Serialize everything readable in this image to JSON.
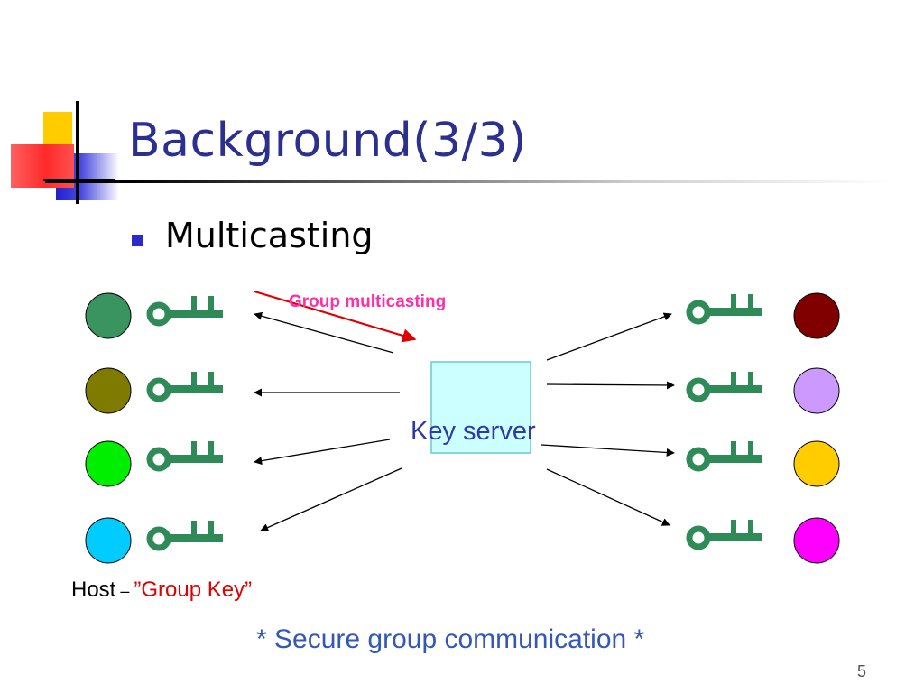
{
  "slide": {
    "title": "Background(3/3)",
    "bullet": "Multicasting",
    "page_number": "5"
  },
  "diagram": {
    "server_label": "Key server",
    "group_label": "Group multicasting",
    "host_label": "Host",
    "host_dash": "–",
    "group_key_label": "”Group Key”",
    "caption": "* Secure group communication *",
    "left_hosts": [
      {
        "name": "host-left-1",
        "color": "#3a9460"
      },
      {
        "name": "host-left-2",
        "color": "#7f7a00"
      },
      {
        "name": "host-left-3",
        "color": "#00ee00"
      },
      {
        "name": "host-left-4",
        "color": "#00ccff"
      }
    ],
    "right_hosts": [
      {
        "name": "host-right-1",
        "color": "#800000"
      },
      {
        "name": "host-right-2",
        "color": "#cc99ff"
      },
      {
        "name": "host-right-3",
        "color": "#ffcc00"
      },
      {
        "name": "host-right-4",
        "color": "#ff00ff"
      }
    ],
    "key_color": "#2e8b57",
    "server_fill": "#ccffff",
    "server_border": "#66cccc",
    "highlight_arrow_color": "#e00000"
  }
}
